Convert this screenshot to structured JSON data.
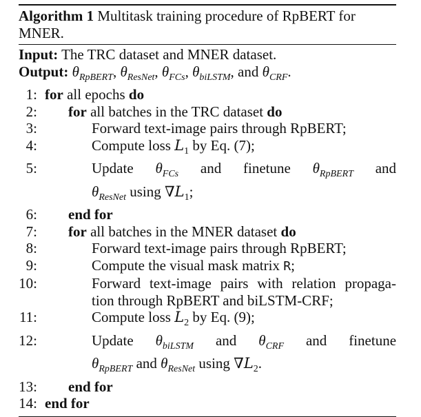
{
  "algorithm": {
    "label": "Algorithm 1",
    "caption_line1": "Multitask training procedure of RpBERT for",
    "caption_line2": "MNER.",
    "input_label": "Input:",
    "input_text": "The TRC dataset and MNER dataset.",
    "output_label": "Output:",
    "output_symbols": [
      "θ",
      "RpBERT",
      "θ",
      "ResNet",
      "θ",
      "FCs",
      "θ",
      "biLSTM",
      "θ",
      "CRF"
    ],
    "output_and": "and",
    "lines": [
      {
        "num": "1:",
        "kw1": "for",
        "text": "all epochs",
        "kw2": "do"
      },
      {
        "num": "2:",
        "kw1": "for",
        "text": "all batches in the TRC dataset",
        "kw2": "do"
      },
      {
        "num": "3:",
        "text": "Forward text-image pairs through RpBERT;"
      },
      {
        "num": "4:",
        "text_a": "Compute loss",
        "loss": "L",
        "loss_sub": "1",
        "text_b": "by Eq. (7);"
      },
      {
        "num": "5:",
        "text_a": "Update",
        "sym1": "θ",
        "sub1": "FCs",
        "text_b": "and",
        "text_c": "finetune",
        "sym2": "θ",
        "sub2": "RpBERT",
        "text_d": "and",
        "sym3": "θ",
        "sub3": "ResNet",
        "text_e": "using",
        "grad": "∇",
        "loss": "L",
        "loss_sub": "1",
        "end": ";"
      },
      {
        "num": "6:",
        "kw1": "end for"
      },
      {
        "num": "7:",
        "kw1": "for",
        "text": "all batches in the MNER dataset",
        "kw2": "do"
      },
      {
        "num": "8:",
        "text": "Forward text-image pairs through RpBERT;"
      },
      {
        "num": "9:",
        "text_a": "Compute the visual mask matrix",
        "mat": "R",
        "end": ";"
      },
      {
        "num": "10:",
        "text_a": "Forward text-image pairs with relation propaga-",
        "text_b": "tion through RpBERT and biLSTM-CRF;"
      },
      {
        "num": "11:",
        "text_a": "Compute loss",
        "loss": "L",
        "loss_sub": "2",
        "text_b": "by Eq. (9);"
      },
      {
        "num": "12:",
        "text_a": "Update",
        "sym1": "θ",
        "sub1": "biLSTM",
        "text_b": "and",
        "sym2": "θ",
        "sub2": "CRF",
        "text_c": "and",
        "text_d": "finetune",
        "sym3": "θ",
        "sub3": "RpBERT",
        "text_e": "and",
        "sym4": "θ",
        "sub4": "ResNet",
        "text_f": "using",
        "grad": "∇",
        "loss": "L",
        "loss_sub": "2",
        "end": "."
      },
      {
        "num": "13:",
        "kw1": "end for"
      },
      {
        "num": "14:",
        "kw1": "end for"
      }
    ]
  }
}
